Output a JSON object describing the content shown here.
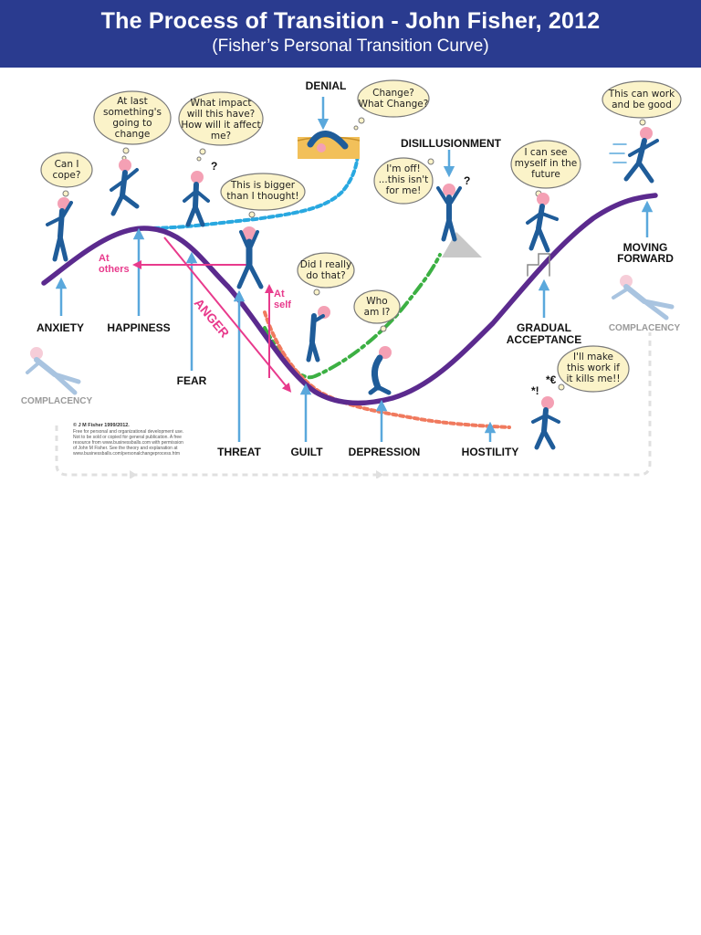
{
  "header": {
    "title": "The Process of Transition - John Fisher, 2012",
    "subtitle": "(Fisher’s  Personal Transition Curve)"
  },
  "stages": {
    "anxiety": "ANXIETY",
    "happiness": "HAPPINESS",
    "fear": "FEAR",
    "threat": "THREAT",
    "guilt": "GUILT",
    "depression": "DEPRESSION",
    "hostility": "HOSTILITY",
    "denial": "DENIAL",
    "disillusionment": "DISILLUSIONMENT",
    "gradual_acceptance_1": "GRADUAL",
    "gradual_acceptance_2": "ACCEPTANCE",
    "moving_forward_1": "MOVING",
    "moving_forward_2": "FORWARD",
    "complacency_left": "COMPLACENCY",
    "complacency_right": "COMPLACENCY"
  },
  "anger": {
    "label": "ANGER",
    "at_others_1": "At",
    "at_others_2": "others",
    "at_self_1": "At",
    "at_self_2": "self"
  },
  "bubbles": {
    "can_i_cope": [
      "Can I",
      "cope?"
    ],
    "at_last": [
      "At last",
      "something's",
      "going to",
      "change"
    ],
    "what_impact": [
      "What impact",
      "will this have?",
      "How will it affect",
      "me?"
    ],
    "change": [
      "Change?",
      "What Change?"
    ],
    "bigger": [
      "This is bigger",
      "than I thought!"
    ],
    "im_off": [
      "I'm off!",
      "...this isn't",
      "for me!"
    ],
    "can_see": [
      "I can see",
      "myself in the",
      "future"
    ],
    "can_work": [
      "This can work",
      "and be good"
    ],
    "did_i": [
      "Did I really",
      "do that?"
    ],
    "who_am_i": [
      "Who",
      "am I?"
    ],
    "make_work": [
      "I'll make",
      "this work if",
      "it kills me!!"
    ]
  },
  "copyright": {
    "line1": "© J M Fisher 1999/2012.",
    "line2": "Free for personal and organizational development use.",
    "line3": "Not to be sold or copied for general publication. A free",
    "line4": "resource from www.businessballs.com with permission",
    "line5": "of John M Fisher. See the theory and explanation at",
    "line6": "www.businessballs.com/personalchangeprocess.htm"
  },
  "colors": {
    "header_bg": "#2a3b8f",
    "curve": "#5b2a8e",
    "arrow": "#5aa8dc",
    "anger": "#e83a8c",
    "denial_path": "#29a8e0",
    "disillusion_path": "#3cb043",
    "hostility_path": "#f07a5e",
    "bubble_fill": "#fbf3c9",
    "figure": "#1f5c99",
    "skin": "#f4a0b4"
  }
}
